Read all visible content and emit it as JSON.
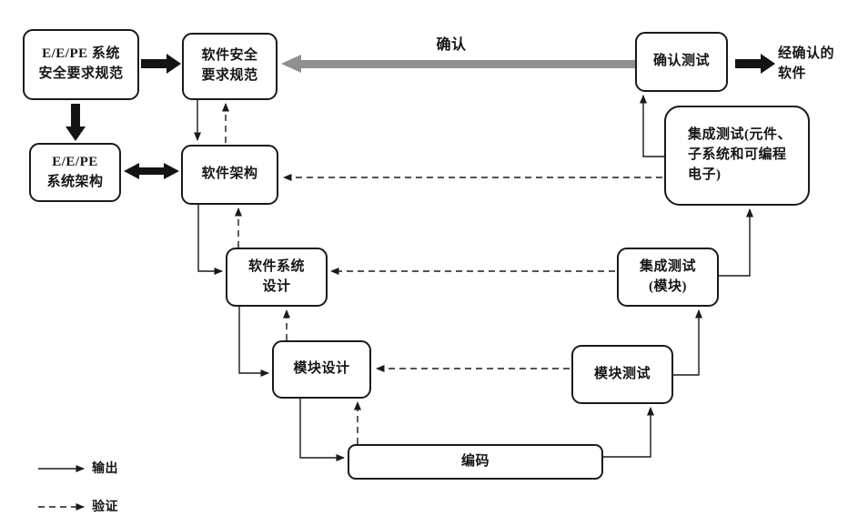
{
  "diagram": {
    "boxes": {
      "eepe_srs": {
        "label": "E/E/PE 系统\n安全要求规范"
      },
      "sw_srs": {
        "label": "软件安全\n要求规范"
      },
      "eepe_arch": {
        "label": "E/E/PE\n系统架构"
      },
      "sw_arch": {
        "label": "软件架构"
      },
      "sw_sys_design": {
        "label": "软件系统\n设计"
      },
      "module_design": {
        "label": "模块设计"
      },
      "coding": {
        "label": "编码"
      },
      "module_test": {
        "label": "模块测试"
      },
      "integration_test_module": {
        "label": "集成测试\n(模块)"
      },
      "integration_test_pe": {
        "label": "集成测试(元件、\n子系统和可编程\n电子)"
      },
      "validation_test": {
        "label": "确认测试"
      }
    },
    "labels": {
      "validation_arrow": "确认",
      "validated_software": "经确认的\n软件"
    },
    "legend": {
      "output": "输出",
      "verification": "验证"
    },
    "colors": {
      "line": "#1a1a1a",
      "thick_arrow": "#141414",
      "validation_arrow": "#8f8f8f",
      "box_fill": "#ffffff",
      "background": "#ffffff"
    }
  }
}
